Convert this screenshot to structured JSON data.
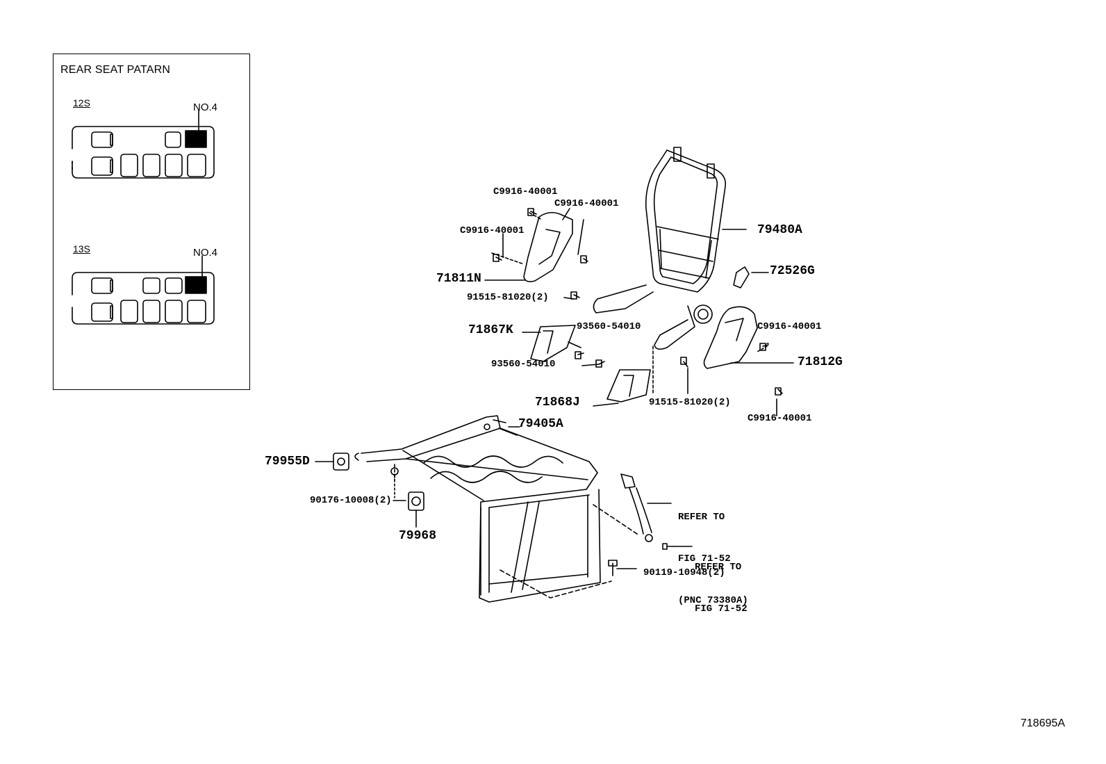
{
  "inset": {
    "title": "REAR SEAT PATARN",
    "patterns": [
      {
        "label": "12S",
        "marker": "NO.4"
      },
      {
        "label": "13S",
        "marker": "NO.4"
      }
    ]
  },
  "callouts": {
    "c1": "C9916-40001",
    "c2": "C9916-40001",
    "c3": "C9916-40001",
    "p79480A": "79480A",
    "p72526G": "72526G",
    "p71811N": "71811N",
    "p91515a": "91515-81020(2)",
    "p71867K": "71867K",
    "p93560a": "93560-54010",
    "c4": "C9916-40001",
    "p71812G": "71812G",
    "p93560b": "93560-54010",
    "p71868J": "71868J",
    "p91515b": "91515-81020(2)",
    "c5": "C9916-40001",
    "p79405A": "79405A",
    "p79955D": "79955D",
    "p90176": "90176-10008(2)",
    "p79968": "79968",
    "p90119": "90119-10948(2)"
  },
  "references": {
    "r1_line1": "REFER TO",
    "r1_line2": "FIG 71-52",
    "r1_line3": "(PNC 73380A)",
    "r2_line1": "REFER TO",
    "r2_line2": "FIG 71-52"
  },
  "figure_id": "718695A"
}
